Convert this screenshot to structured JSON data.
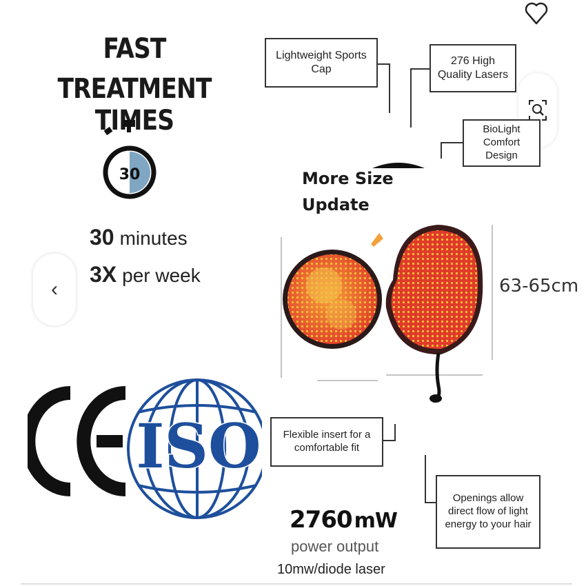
{
  "headline": {
    "line1": "FAST",
    "line2": "TREATMENT TIMES"
  },
  "timer": {
    "number": "30"
  },
  "treatment": {
    "duration_value": "30",
    "duration_unit": "minutes",
    "frequency_value": "3X",
    "frequency_unit": "per week"
  },
  "certifications": {
    "ce": "CE",
    "iso": "ISO"
  },
  "callouts": {
    "cap": "Lightweight Sports Cap",
    "lasers": "276 High Quality Lasers",
    "comfort": "BioLight Comfort Design",
    "insert": "Flexible insert for a comfortable fit",
    "openings": "Openings allow direct flow of light energy to your hair"
  },
  "size_update": {
    "line1": "More Size",
    "line2": "Update"
  },
  "circumference": "63-65cm",
  "power": {
    "value": "2760",
    "unit": "mW",
    "label": "power output",
    "per_diode": "10mw/diode laser"
  },
  "controls": {
    "prev_icon": "‹"
  },
  "icons": {
    "favorite": "heart-icon",
    "zoom": "zoom-search-icon",
    "previous": "chevron-left-icon"
  },
  "colors": {
    "laser_red": "#e03a2a",
    "laser_dot": "#f6c23a",
    "iso_blue": "#1e4f9c",
    "text_dark": "#1a1a1a"
  }
}
